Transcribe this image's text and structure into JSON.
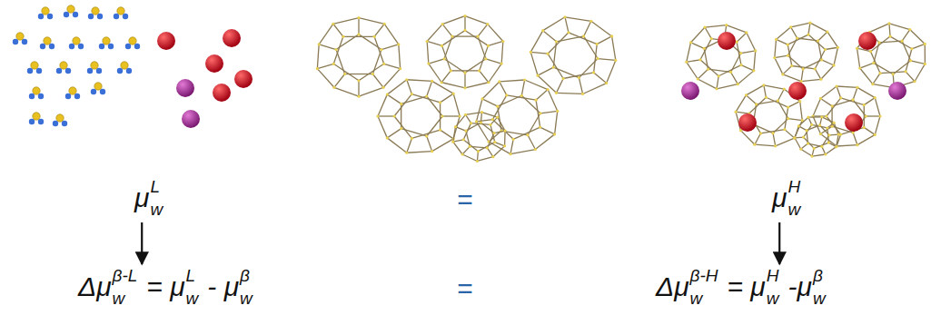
{
  "diagram": {
    "labels": [
      "μ",
      "w",
      "L",
      "=",
      "μ",
      "w",
      "H",
      "Δμ",
      "w",
      "β-L",
      "= μ",
      "w",
      "L",
      "- μ",
      "w",
      "β",
      "=",
      "Δμ",
      "w",
      "β-H",
      "= μ",
      "w",
      "H",
      "-μ",
      "w",
      "β"
    ]
  }
}
